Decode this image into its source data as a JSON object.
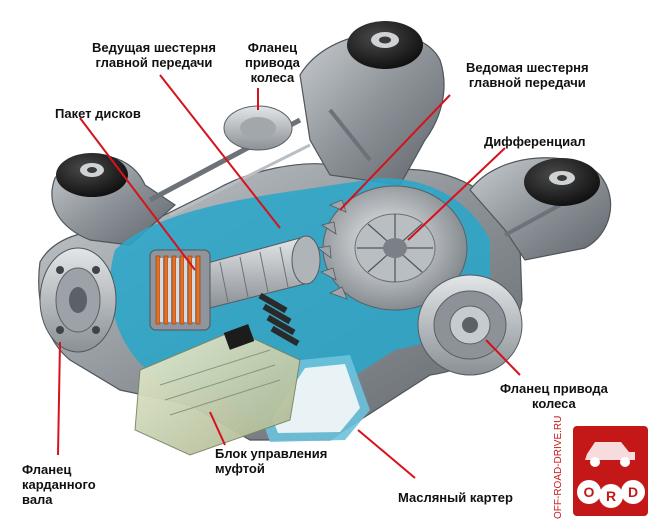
{
  "diagram": {
    "labels": {
      "drive_gear": [
        "Ведущая шестерня",
        "главной передачи"
      ],
      "wheel_flange_top": [
        "Фланец",
        "привода",
        "колеса"
      ],
      "driven_gear": [
        "Ведомая шестерня",
        "главной передачи"
      ],
      "disc_pack": [
        "Пакет дисков"
      ],
      "differential": [
        "Дифференциал"
      ],
      "wheel_flange_right": [
        "Фланец привода",
        "колеса"
      ],
      "driveshaft_flange": [
        "Фланец",
        "карданного",
        "вала"
      ],
      "control_unit": [
        "Блок управления",
        "муфтой"
      ],
      "oil_sump": [
        "Масляный картер"
      ]
    }
  },
  "watermark": {
    "site": "OFF-ROAD-DRIVE.RU",
    "logo_letters": [
      "O",
      "R",
      "D"
    ]
  },
  "colors": {
    "housing": "#9aa0a6",
    "section_cut": "#2aa6c8",
    "leader_line": "#d6121c",
    "clutch_disc": "#e0702a",
    "control_unit": "#d8e0c0"
  }
}
